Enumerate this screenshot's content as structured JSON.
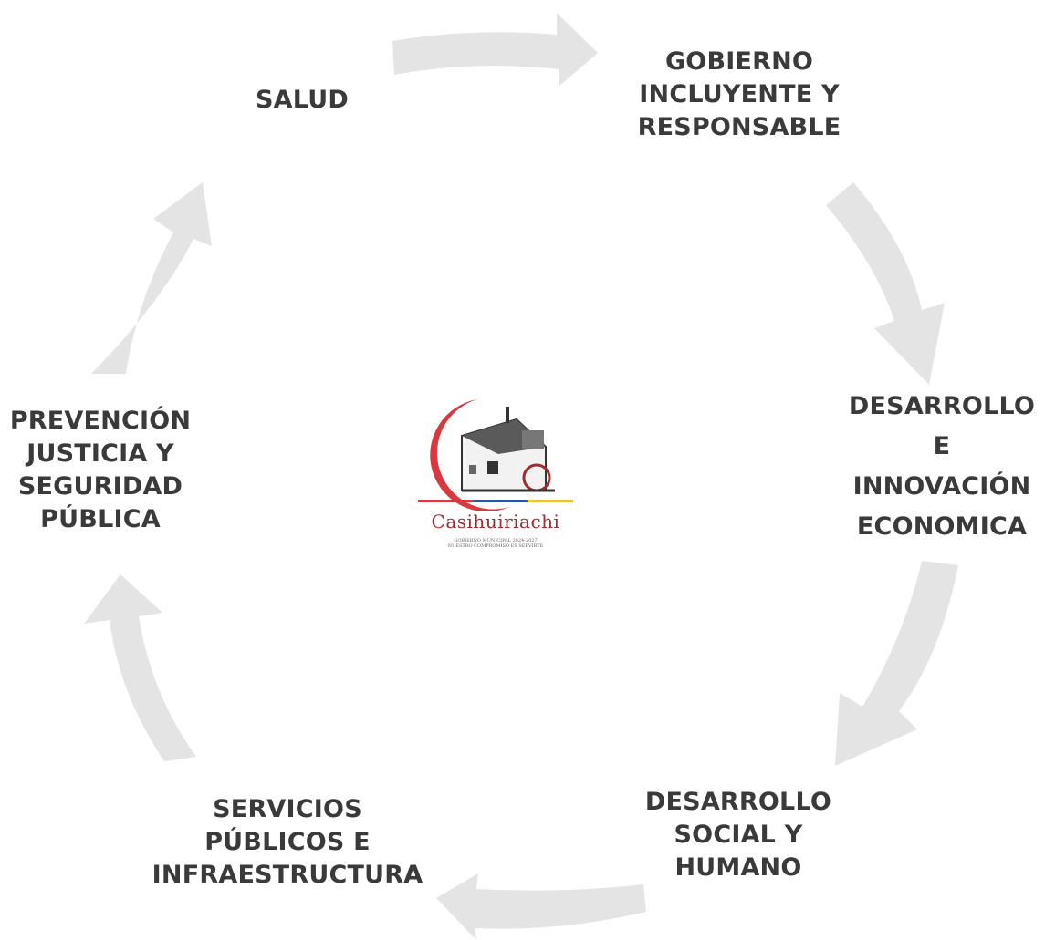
{
  "diagram": {
    "nodes": [
      {
        "id": "salud",
        "lines": [
          "SALUD"
        ]
      },
      {
        "id": "gobierno",
        "lines": [
          "GOBIERNO",
          "INCLUYENTE Y",
          "RESPONSABLE"
        ]
      },
      {
        "id": "desarrollo",
        "lines": [
          "DESARROLLO",
          "E",
          "INNOVACIÓN",
          "ECONOMICA"
        ]
      },
      {
        "id": "social",
        "lines": [
          "DESARROLLO",
          "SOCIAL Y",
          "HUMANO"
        ]
      },
      {
        "id": "servicios",
        "lines": [
          "SERVICIOS",
          "PÚBLICOS E",
          "INFRAESTRUCTURA"
        ]
      },
      {
        "id": "prevencion",
        "lines": [
          "PREVENCIÓN",
          "JUSTICIA Y",
          "SEGURIDAD",
          "PÚBLICA"
        ]
      }
    ],
    "arrow_color": "#e4e4e4"
  },
  "logo": {
    "title": "Casihuiriachi",
    "subtitle_line1": "GOBIERNO MUNICIPAL 2024-2027",
    "subtitle_line2": "NUESTRO COMPROMISO ES SERVIRTE",
    "colors": {
      "crescent": "#d8393f",
      "stripe_red": "#d8393f",
      "stripe_blue": "#2f5aa8",
      "stripe_yellow": "#f2c230"
    }
  }
}
